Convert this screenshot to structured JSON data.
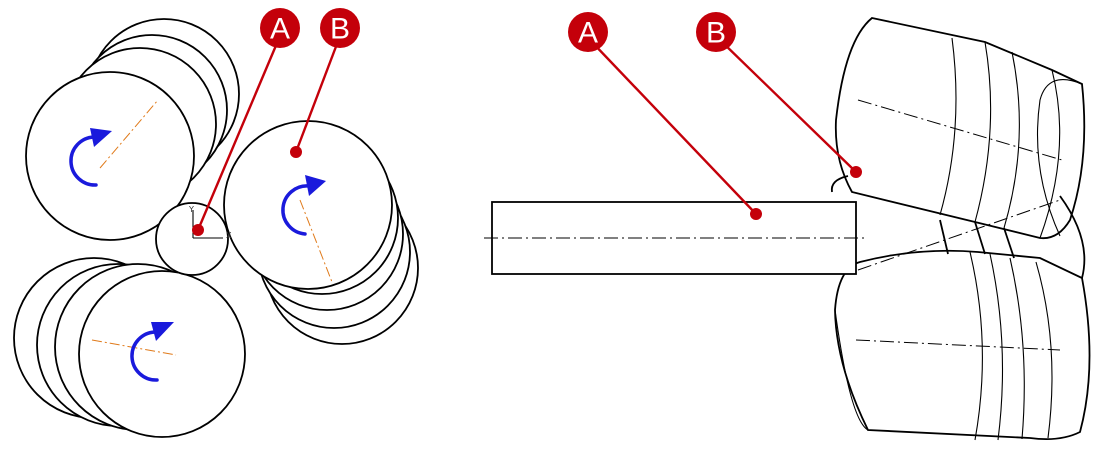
{
  "colors": {
    "callout": "#c4000a",
    "rotation_arrow": "#1a1adc",
    "roll_centerline": "#e07a1a",
    "outline": "#000000"
  },
  "callouts": {
    "a_label": "A",
    "b_label": "B"
  },
  "axis_marker": {
    "x_label": "X",
    "y_label": "Y"
  },
  "icons": [
    "rotation-arrow-icon"
  ]
}
